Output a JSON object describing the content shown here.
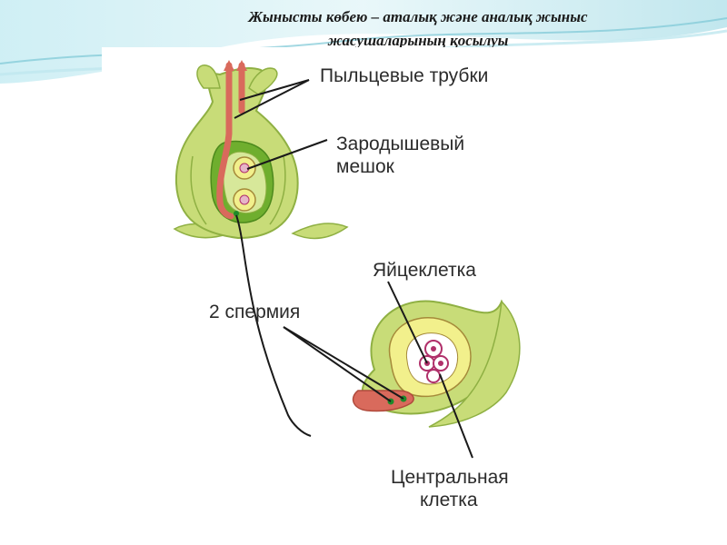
{
  "slide": {
    "title_line1": "Жынысты көбею – аталық және аналық жыныс",
    "title_line2": "жасушаларының қосылуы"
  },
  "diagram": {
    "labels": {
      "pollen_tubes": "Пыльцевые трубки",
      "embryo_sac_line1": "Зародышевый",
      "embryo_sac_line2": "мешок",
      "egg_cell": "Яйцеклетка",
      "two_sperm": "2 спермия",
      "central_cell_line1": "Центральная",
      "central_cell_line2": "клетка"
    },
    "colors": {
      "ovule_green": "#c8dc78",
      "ovule_outline": "#8fb043",
      "inner_green": "#6fae2e",
      "pollen_tube": "#d96a5c",
      "nucleus_yellow": "#f2f08c",
      "nucleus_pink": "#b0306a",
      "sperm_dot": "#1f8a2a",
      "pointer": "#1a1a1a",
      "header_wave": "#8fd3e0"
    }
  }
}
